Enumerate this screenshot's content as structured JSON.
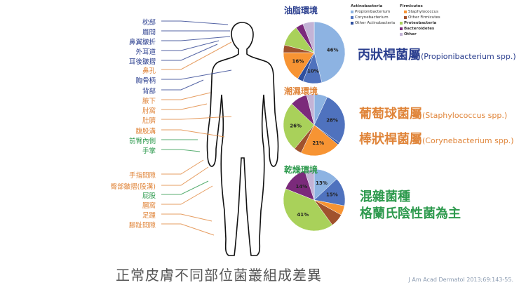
{
  "body_sites": [
    {
      "label": "枕部",
      "type": "sebaceous"
    },
    {
      "label": "眉間",
      "type": "sebaceous"
    },
    {
      "label": "鼻翼皺折",
      "type": "sebaceous"
    },
    {
      "label": "外耳道",
      "type": "sebaceous"
    },
    {
      "label": "耳後皺摺",
      "type": "sebaceous"
    },
    {
      "label": "鼻孔",
      "type": "moist"
    },
    {
      "label": "胸骨柄",
      "type": "sebaceous"
    },
    {
      "label": "背部",
      "type": "sebaceous"
    },
    {
      "label": "腋下",
      "type": "moist"
    },
    {
      "label": "肘窩",
      "type": "moist"
    },
    {
      "label": "肚臍",
      "type": "moist"
    },
    {
      "label": "腹股溝",
      "type": "moist"
    },
    {
      "label": "前臂內側",
      "type": "dry"
    },
    {
      "label": "手掌",
      "type": "dry"
    },
    {
      "label": "手指間隙",
      "type": "moist"
    },
    {
      "label": "臀部皺摺(股溝)",
      "type": "moist"
    },
    {
      "label": "屁股",
      "type": "dry"
    },
    {
      "label": "膕窩",
      "type": "moist"
    },
    {
      "label": "足踵",
      "type": "moist"
    },
    {
      "label": "腳趾間隙",
      "type": "moist"
    }
  ],
  "colors": {
    "sebaceous": "#2b3f8f",
    "moist": "#e0853a",
    "dry": "#2e9a4e"
  },
  "legend": {
    "group1": "Actinobacteria",
    "items1": [
      {
        "label": "Propionibacterium",
        "color": "#8db3e2"
      },
      {
        "label": "Corynebacterium",
        "color": "#4f72be"
      },
      {
        "label": "Other Actinobacteria",
        "color": "#2e4f9e"
      }
    ],
    "group2": "Firmicutes",
    "items2": [
      {
        "label": "Staphylococcus",
        "color": "#f79433"
      },
      {
        "label": "Other Firmicutes",
        "color": "#a0522d"
      }
    ],
    "items3": [
      {
        "label": "Proteobacteria",
        "color": "#a9d15a"
      },
      {
        "label": "Bacteroidetes",
        "color": "#7b2a7b"
      },
      {
        "label": "Other",
        "color": "#c3b3d6"
      }
    ]
  },
  "chart_data": [
    {
      "type": "pie",
      "title": "油脂環境",
      "categories": [
        "Propionibacterium",
        "Corynebacterium",
        "Other Actinobacteria",
        "Staphylococcus",
        "Other Firmicutes",
        "Proteobacteria",
        "Bacteroidetes",
        "Other"
      ],
      "values": [
        46,
        10,
        3,
        16,
        4,
        11,
        4,
        6
      ],
      "labels": [
        "46%",
        "10%",
        "",
        "16%",
        "",
        "",
        "",
        ""
      ]
    },
    {
      "type": "pie",
      "title": "潮濕環境",
      "categories": [
        "Propionibacterium",
        "Corynebacterium",
        "Other Actinobacteria",
        "Staphylococcus",
        "Other Firmicutes",
        "Proteobacteria",
        "Bacteroidetes",
        "Other"
      ],
      "values": [
        7,
        28,
        1,
        21,
        4,
        26,
        9,
        4
      ],
      "labels": [
        "",
        "28%",
        "",
        "21%",
        "",
        "26%",
        "",
        ""
      ]
    },
    {
      "type": "pie",
      "title": "乾燥環境",
      "categories": [
        "Propionibacterium",
        "Corynebacterium",
        "Other Actinobacteria",
        "Staphylococcus",
        "Other Firmicutes",
        "Proteobacteria",
        "Bacteroidetes",
        "Other"
      ],
      "values": [
        13,
        15,
        0,
        5,
        7,
        41,
        14,
        5
      ],
      "labels": [
        "13%",
        "15%",
        "",
        "",
        "",
        "41%",
        "14%",
        ""
      ]
    }
  ],
  "genus": {
    "sebaceous": {
      "zh": "丙狀桿菌屬",
      "en": "(Propionibacterium spp.)"
    },
    "moist1": {
      "zh": "葡萄球菌屬",
      "en": "(Staphylococcus spp.)"
    },
    "moist2": {
      "zh": "棒狀桿菌屬",
      "en": "(Corynebacterium spp.)"
    },
    "dry1": "混雜菌種",
    "dry2": "格蘭氏陰性菌為主"
  },
  "title": "正常皮膚不同部位菌叢組成差異",
  "citation": "J Am Acad Dermatol 2013;69:143-55."
}
